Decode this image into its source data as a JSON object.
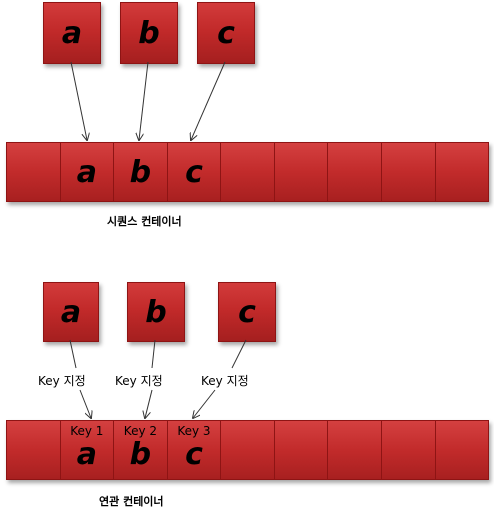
{
  "sequence": {
    "items": [
      "a",
      "b",
      "c"
    ],
    "cells": [
      "",
      "a",
      "b",
      "c",
      "",
      "",
      "",
      "",
      ""
    ],
    "caption": "시퀀스 컨테이너"
  },
  "associative": {
    "items": [
      "a",
      "b",
      "c"
    ],
    "key_labels": [
      "Key 지정",
      "Key 지정",
      "Key 지정"
    ],
    "cells": [
      {
        "key": "",
        "value": ""
      },
      {
        "key": "Key 1",
        "value": "a"
      },
      {
        "key": "Key 2",
        "value": "b"
      },
      {
        "key": "Key 3",
        "value": "c"
      },
      {
        "key": "",
        "value": ""
      },
      {
        "key": "",
        "value": ""
      },
      {
        "key": "",
        "value": ""
      },
      {
        "key": "",
        "value": ""
      },
      {
        "key": "",
        "value": ""
      }
    ],
    "caption": "연관 컨테이너"
  },
  "colors": {
    "box": "#c22a2a",
    "border": "#8e1414",
    "arrow": "#333333"
  }
}
